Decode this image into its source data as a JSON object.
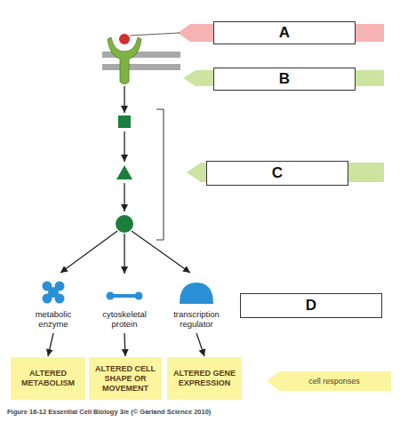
{
  "diagram": {
    "caption": "Figure 16-12 Essential Cell Biology 3/e (© Garland Science 2010)",
    "nodes": [
      {
        "text": [
          "A"
        ]
      },
      {
        "text": [
          "B"
        ]
      },
      {
        "text": [
          "C"
        ]
      },
      {
        "text": [
          "metabolic enzyme"
        ]
      },
      {
        "text": [
          "cytoskeletal protein"
        ]
      },
      {
        "text": [
          "transcription regulator"
        ]
      },
      {
        "text": [
          "D"
        ]
      },
      {
        "text": [
          "ALTERED METABOLISM"
        ]
      },
      {
        "text": [
          "ALTERED CELL SHAPE OR MOVEMENT"
        ]
      },
      {
        "text": [
          "ALTERED GENE EXPRESSION"
        ]
      },
      {
        "text": [
          "cell responses"
        ]
      }
    ],
    "edges": [
      {
        "from": 3,
        "to": 7,
        "arrow": "to"
      },
      {
        "from": 4,
        "to": 8,
        "arrow": "to"
      },
      {
        "from": 5,
        "to": 9,
        "arrow": "to"
      }
    ]
  }
}
